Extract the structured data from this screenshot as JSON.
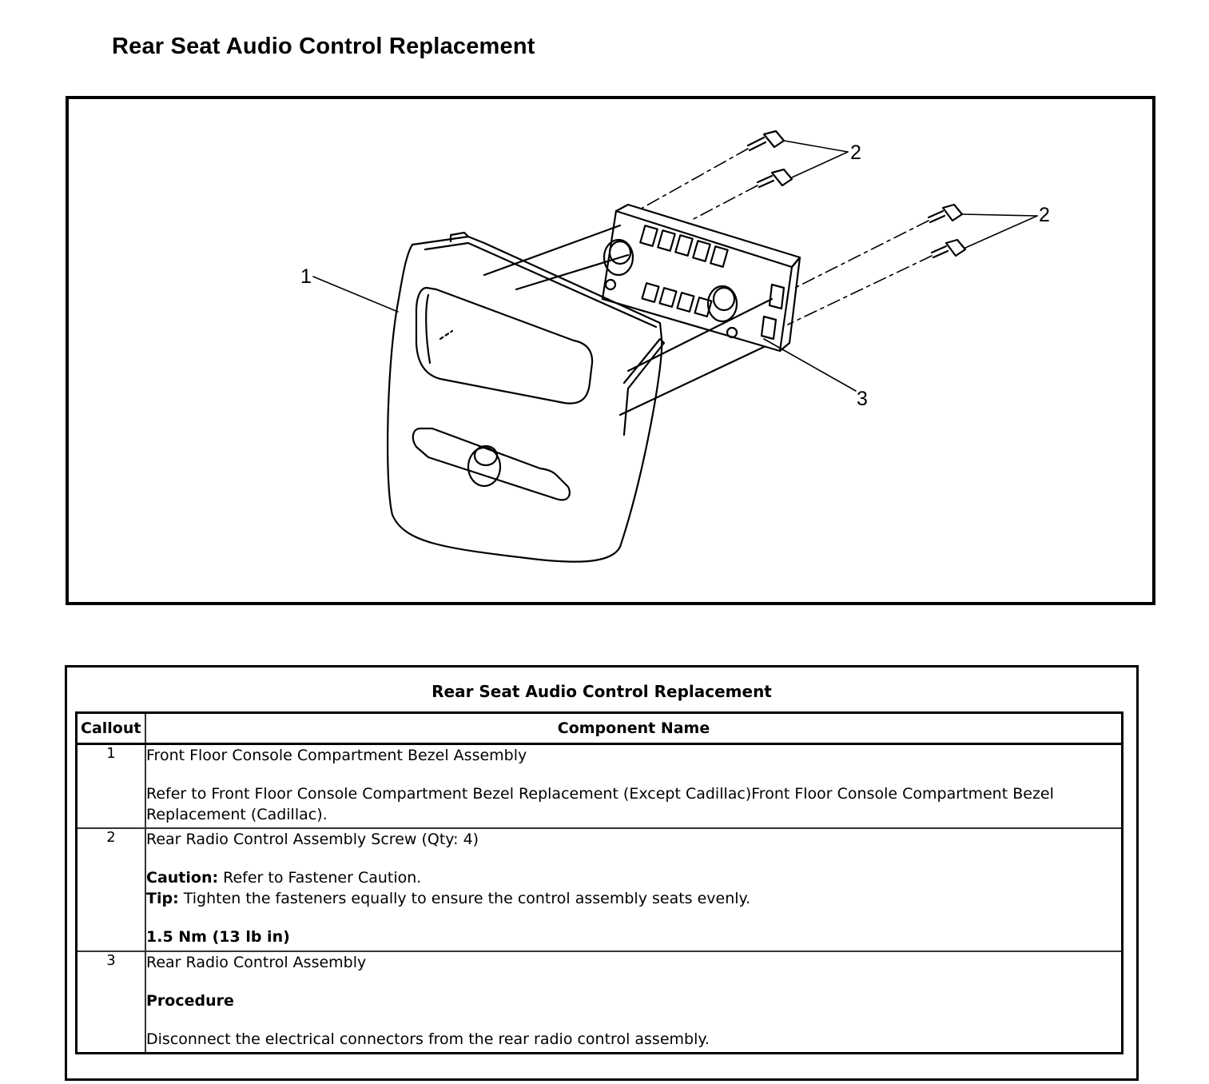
{
  "page": {
    "title": "Rear Seat Audio Control Replacement"
  },
  "figure": {
    "callouts": [
      {
        "id": "1",
        "label": "1"
      },
      {
        "id": "2a",
        "label": "2"
      },
      {
        "id": "2b",
        "label": "2"
      },
      {
        "id": "3",
        "label": "3"
      }
    ]
  },
  "table": {
    "caption": "Rear Seat Audio Control Replacement",
    "headers": {
      "callout": "Callout",
      "component": "Component Name"
    },
    "rows": [
      {
        "callout": "1",
        "name": "Front Floor Console Compartment Bezel Assembly",
        "note": "Refer to Front Floor Console Compartment Bezel Replacement (Except Cadillac)Front Floor Console Compartment Bezel Replacement (Cadillac)."
      },
      {
        "callout": "2",
        "name": "Rear Radio Control Assembly Screw (Qty: 4)",
        "caution_label": "Caution:",
        "caution_text": " Refer to Fastener Caution.",
        "tip_label": "Tip:",
        "tip_text": " Tighten the fasteners equally to ensure the control assembly seats evenly.",
        "torque": "1.5 Nm (13 lb in)"
      },
      {
        "callout": "3",
        "name": "Rear Radio Control Assembly",
        "procedure_label": "Procedure",
        "procedure_text": "Disconnect the electrical connectors from the rear radio control assembly."
      }
    ]
  }
}
